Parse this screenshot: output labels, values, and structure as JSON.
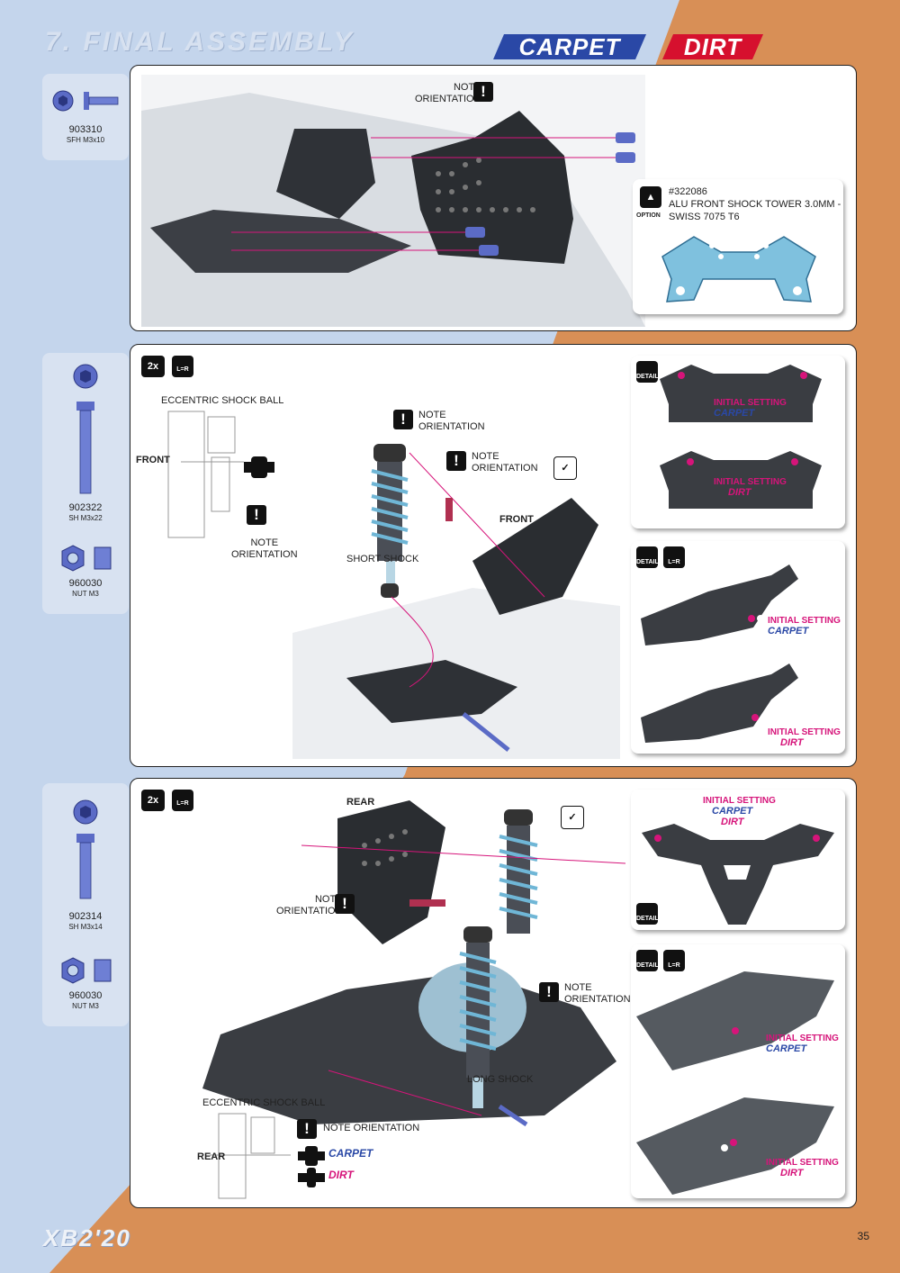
{
  "header": {
    "title": "7. FINAL ASSEMBLY",
    "tag_carpet": "CARPET",
    "tag_dirt": "DIRT"
  },
  "colors": {
    "blue_bg": "#c4d5ec",
    "orange_bg": "#d88f56",
    "carpet_tag": "#2a48a6",
    "dirt_tag": "#d6102e",
    "accent_pink": "#d6147a"
  },
  "section1": {
    "part": {
      "code": "903310",
      "name": "SFH M3x10"
    },
    "note": [
      "NOTE",
      "ORIENTATION"
    ],
    "option": {
      "label": "OPTION",
      "number": "#322086",
      "desc1": "ALU FRONT SHOCK TOWER 3.0MM -",
      "desc2": "SWISS 7075 T6"
    }
  },
  "section2": {
    "qty": "2x",
    "lr": "L=R",
    "parts": [
      {
        "code": "902322",
        "name": "SH M3x22"
      },
      {
        "code": "960030",
        "name": "NUT M3"
      }
    ],
    "eccentric": "ECCENTRIC SHOCK BALL",
    "front": "FRONT",
    "note": [
      "NOTE",
      "ORIENTATION"
    ],
    "short_shock": "SHORT SHOCK",
    "detail": "DETAIL",
    "initial_setting": "INITIAL SETTING",
    "carpet": "CARPET",
    "dirt": "DIRT"
  },
  "section3": {
    "qty": "2x",
    "lr": "L=R",
    "parts": [
      {
        "code": "902314",
        "name": "SH M3x14"
      },
      {
        "code": "960030",
        "name": "NUT M3"
      }
    ],
    "rear": "REAR",
    "note": [
      "NOTE",
      "ORIENTATION"
    ],
    "long_shock": "LONG SHOCK",
    "eccentric": "ECCENTRIC SHOCK BALL",
    "note_orientation": "NOTE ORIENTATION",
    "detail": "DETAIL",
    "initial_setting": "INITIAL SETTING",
    "carpet": "CARPET",
    "dirt": "DIRT"
  },
  "footer": {
    "page": "35",
    "brand": "XB2'20"
  }
}
